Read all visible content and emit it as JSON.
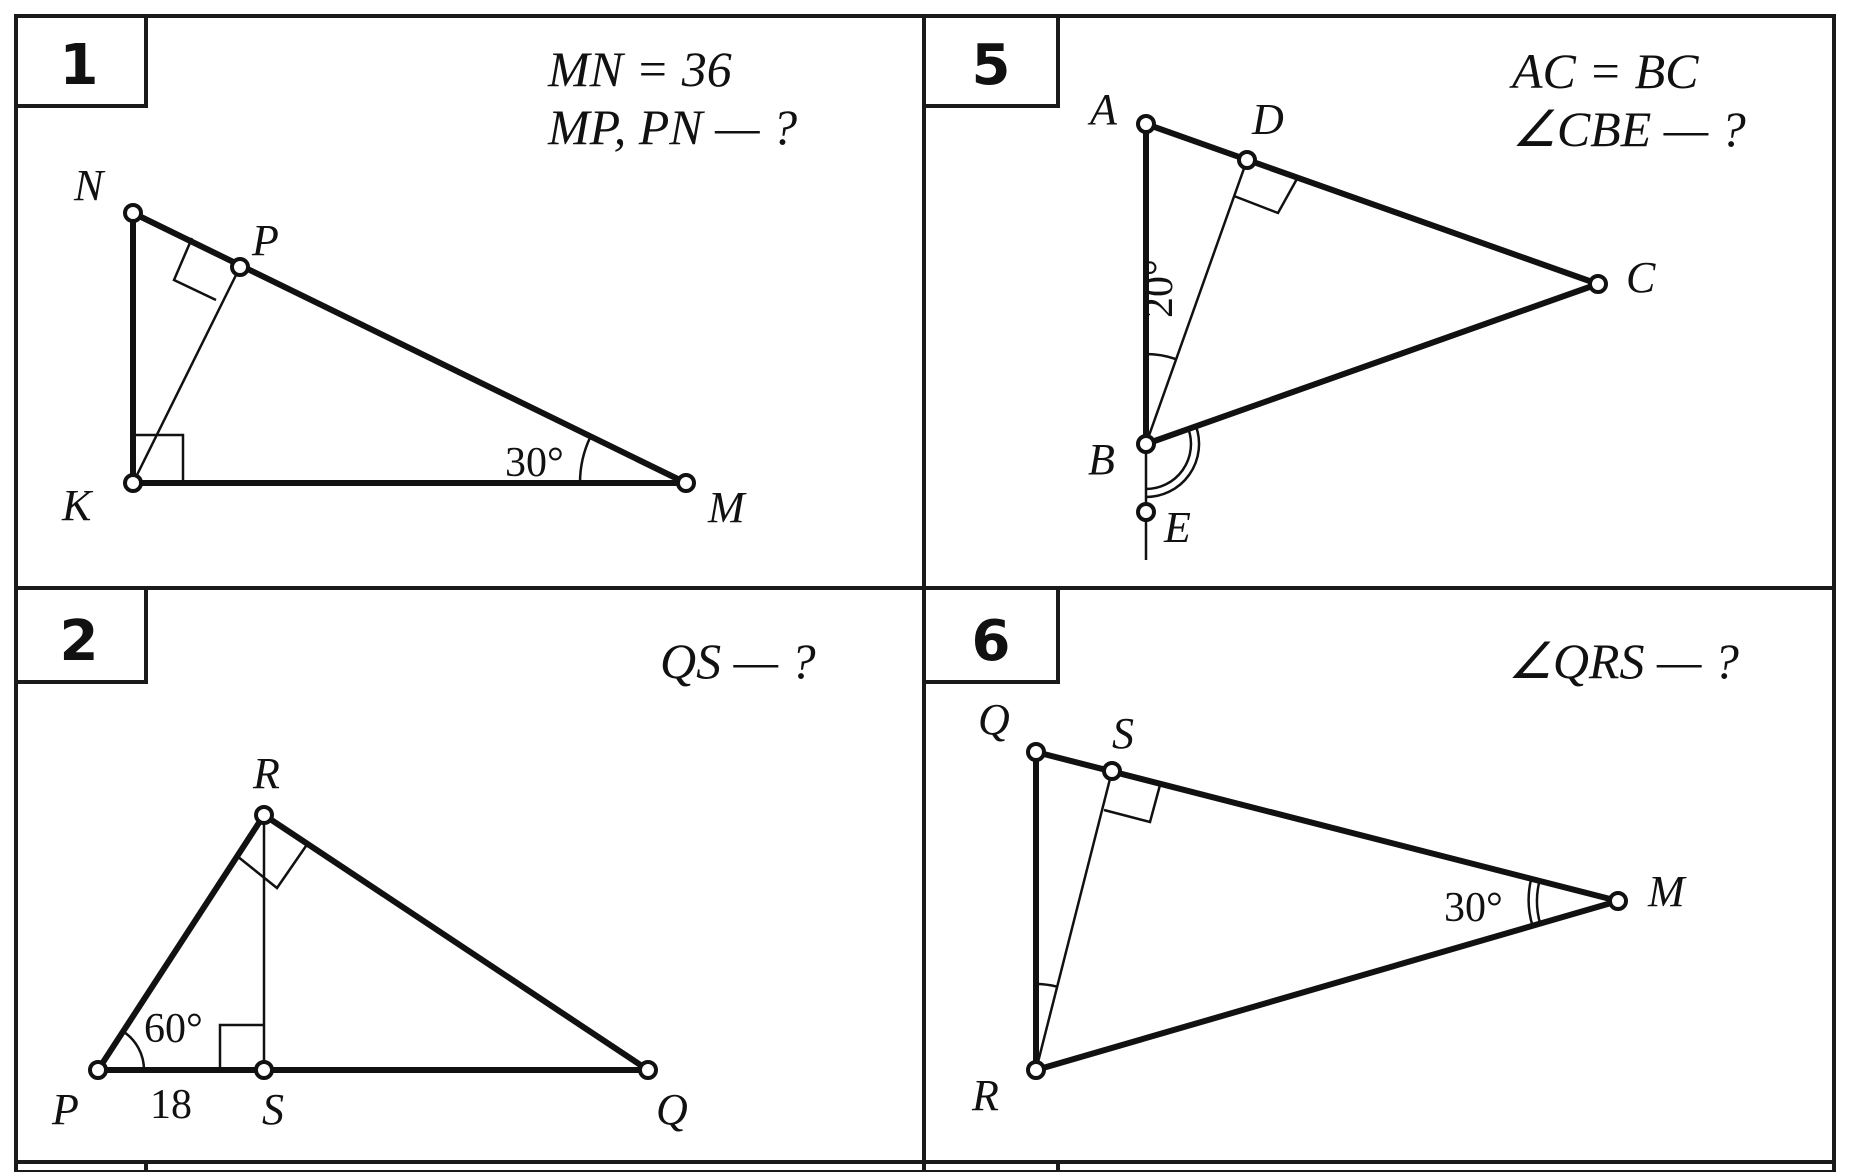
{
  "problems": [
    {
      "number": "1",
      "condition_lines": [
        "MN = 36",
        "MP, PN — ?"
      ],
      "points": [
        "N",
        "P",
        "K",
        "M"
      ],
      "angle_label": "30°"
    },
    {
      "number": "2",
      "condition_lines": [
        "QS — ?"
      ],
      "points": [
        "R",
        "P",
        "S",
        "Q"
      ],
      "angle_label": "60°",
      "segment_label": "18"
    },
    {
      "number": "5",
      "condition_lines": [
        "AC = BC",
        "∠CBE — ?"
      ],
      "points": [
        "A",
        "D",
        "C",
        "B",
        "E"
      ],
      "angle_label": "20°"
    },
    {
      "number": "6",
      "condition_lines": [
        "∠QRS — ?"
      ],
      "points": [
        "Q",
        "S",
        "M",
        "R"
      ],
      "angle_label": "30°"
    }
  ]
}
